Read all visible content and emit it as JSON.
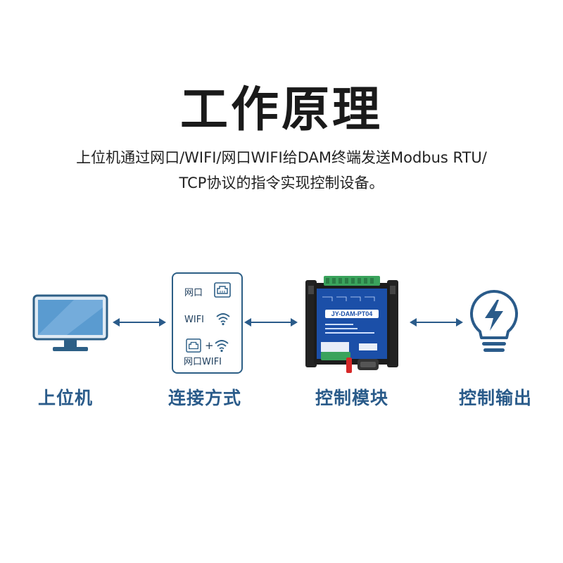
{
  "title": "工作原理",
  "description": {
    "line1": "上位机通过网口/WIFI/网口WIFI给DAM终端发送Modbus RTU/",
    "line2": "TCP协议的指令实现控制设备。"
  },
  "nodes": {
    "host": {
      "label": "上位机",
      "icon": "monitor-icon"
    },
    "connection": {
      "label": "连接方式",
      "options": [
        {
          "text": "网口",
          "icon": "ethernet-port-icon"
        },
        {
          "text": "WIFI",
          "icon": "wifi-icon"
        },
        {
          "text": "网口WIFI",
          "icon": "ethernet-plus-wifi-icon",
          "plus": "+"
        }
      ]
    },
    "module": {
      "label": "控制模块",
      "device_name": "JY-DAM-PT04",
      "icon": "control-module-device"
    },
    "output": {
      "label": "控制输出",
      "icon": "lightbulb-lightning-icon"
    }
  },
  "arrows": [
    "bidirectional",
    "bidirectional",
    "bidirectional"
  ],
  "colors": {
    "accent": "#2a5b8a",
    "monitor": "#4a8fc7",
    "device_blue": "#1b4fa8",
    "terminal_green": "#3aa35c"
  }
}
